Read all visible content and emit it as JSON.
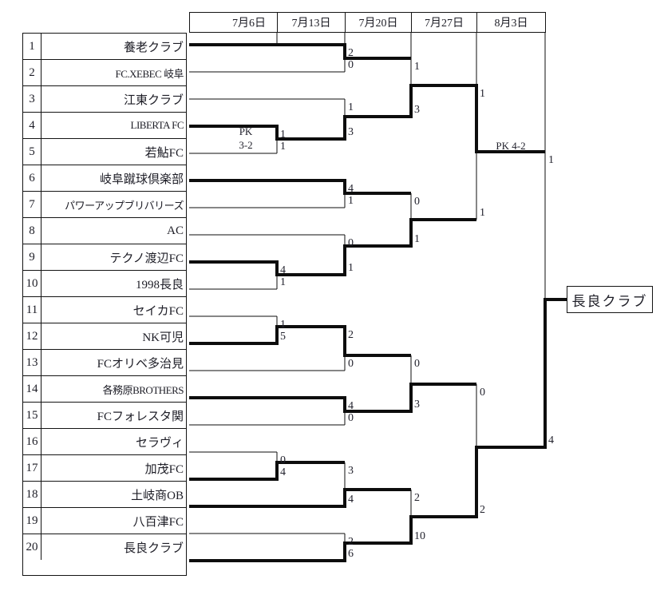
{
  "header": {
    "dates": [
      "7月6日",
      "7月13日",
      "7月20日",
      "7月27日",
      "8月3日"
    ]
  },
  "teams": [
    {
      "seed": "1",
      "name": "養老クラブ"
    },
    {
      "seed": "2",
      "name": "FC.XEBEC 岐阜"
    },
    {
      "seed": "3",
      "name": "江東クラブ"
    },
    {
      "seed": "4",
      "name": "LIBERTA FC"
    },
    {
      "seed": "5",
      "name": "若鮎FC"
    },
    {
      "seed": "6",
      "name": "岐阜蹴球倶楽部"
    },
    {
      "seed": "7",
      "name": "パワーアップブリバリーズ"
    },
    {
      "seed": "8",
      "name": "AC"
    },
    {
      "seed": "9",
      "name": "テクノ渡辺FC"
    },
    {
      "seed": "10",
      "name": "1998長良"
    },
    {
      "seed": "11",
      "name": "セイカFC"
    },
    {
      "seed": "12",
      "name": "NK可児"
    },
    {
      "seed": "13",
      "name": "FCオリベ多治見"
    },
    {
      "seed": "14",
      "name": "各務原BROTHERS"
    },
    {
      "seed": "15",
      "name": "FCフォレスタ関"
    },
    {
      "seed": "16",
      "name": "セラヴィ"
    },
    {
      "seed": "17",
      "name": "加茂FC"
    },
    {
      "seed": "18",
      "name": "土岐商OB"
    },
    {
      "seed": "19",
      "name": "八百津FC"
    },
    {
      "seed": "20",
      "name": "長良クラブ"
    }
  ],
  "champion": {
    "name": "長良クラブ"
  },
  "bracket": {
    "matches": [
      {
        "id": "m45",
        "round": 1,
        "top": {
          "team": 4
        },
        "bottom": {
          "team": 5
        },
        "top_score": "1",
        "bottom_score": "1",
        "winner": "top",
        "note": "PK 3-2"
      },
      {
        "id": "m910",
        "round": 1,
        "top": {
          "team": 9
        },
        "bottom": {
          "team": 10
        },
        "top_score": "4",
        "bottom_score": "1",
        "winner": "top",
        "note": null
      },
      {
        "id": "m1112",
        "round": 1,
        "top": {
          "team": 11
        },
        "bottom": {
          "team": 12
        },
        "top_score": "1",
        "bottom_score": "5",
        "winner": "bottom",
        "note": null
      },
      {
        "id": "m1617",
        "round": 1,
        "top": {
          "team": 16
        },
        "bottom": {
          "team": 17
        },
        "top_score": "0",
        "bottom_score": "4",
        "winner": "bottom",
        "note": null
      },
      {
        "id": "m12",
        "round": 2,
        "top": {
          "team": 1
        },
        "bottom": {
          "team": 2
        },
        "top_score": "2",
        "bottom_score": "0",
        "winner": "top",
        "note": null
      },
      {
        "id": "m3_45",
        "round": 2,
        "top": {
          "team": 3
        },
        "bottom": {
          "match": "m45"
        },
        "top_score": "1",
        "bottom_score": "3",
        "winner": "bottom",
        "note": null
      },
      {
        "id": "m67",
        "round": 2,
        "top": {
          "team": 6
        },
        "bottom": {
          "team": 7
        },
        "top_score": "4",
        "bottom_score": "1",
        "winner": "top",
        "note": null
      },
      {
        "id": "m8_910",
        "round": 2,
        "top": {
          "team": 8
        },
        "bottom": {
          "match": "m910"
        },
        "top_score": "0",
        "bottom_score": "1",
        "winner": "bottom",
        "note": null
      },
      {
        "id": "m1112_13",
        "round": 2,
        "top": {
          "match": "m1112"
        },
        "bottom": {
          "team": 13
        },
        "top_score": "2",
        "bottom_score": "0",
        "winner": "top",
        "note": null
      },
      {
        "id": "m1415",
        "round": 2,
        "top": {
          "team": 14
        },
        "bottom": {
          "team": 15
        },
        "top_score": "4",
        "bottom_score": "0",
        "winner": "top",
        "note": null
      },
      {
        "id": "m18_1617",
        "round": 2,
        "top": {
          "match": "m1617"
        },
        "bottom": {
          "team": 18
        },
        "top_score": "3",
        "bottom_score": "4",
        "winner": "bottom",
        "note": null
      },
      {
        "id": "m1920",
        "round": 2,
        "top": {
          "team": 19
        },
        "bottom": {
          "team": 20
        },
        "top_score": "2",
        "bottom_score": "6",
        "winner": "bottom",
        "note": null
      },
      {
        "id": "qf1",
        "round": 3,
        "top": {
          "match": "m12"
        },
        "bottom": {
          "match": "m3_45"
        },
        "top_score": "1",
        "bottom_score": "3",
        "winner": "bottom",
        "note": null
      },
      {
        "id": "qf2",
        "round": 3,
        "top": {
          "match": "m67"
        },
        "bottom": {
          "match": "m8_910"
        },
        "top_score": "0",
        "bottom_score": "1",
        "winner": "bottom",
        "note": null
      },
      {
        "id": "qf3",
        "round": 3,
        "top": {
          "match": "m1112_13"
        },
        "bottom": {
          "match": "m1415"
        },
        "top_score": "0",
        "bottom_score": "3",
        "winner": "bottom",
        "note": null
      },
      {
        "id": "qf4",
        "round": 3,
        "top": {
          "match": "m18_1617"
        },
        "bottom": {
          "match": "m1920"
        },
        "top_score": "2",
        "bottom_score": "10",
        "winner": "bottom",
        "note": null
      },
      {
        "id": "sf1",
        "round": 4,
        "top": {
          "match": "qf1"
        },
        "bottom": {
          "match": "qf2"
        },
        "top_score": "1",
        "bottom_score": "1",
        "winner": "top",
        "note": "PK 4-2"
      },
      {
        "id": "sf2",
        "round": 4,
        "top": {
          "match": "qf3"
        },
        "bottom": {
          "match": "qf4"
        },
        "top_score": "0",
        "bottom_score": "2",
        "winner": "bottom",
        "note": null
      },
      {
        "id": "fin",
        "round": 5,
        "top": {
          "match": "sf1"
        },
        "bottom": {
          "match": "sf2"
        },
        "top_score": "1",
        "bottom_score": "4",
        "winner": "bottom",
        "note": null
      }
    ]
  }
}
